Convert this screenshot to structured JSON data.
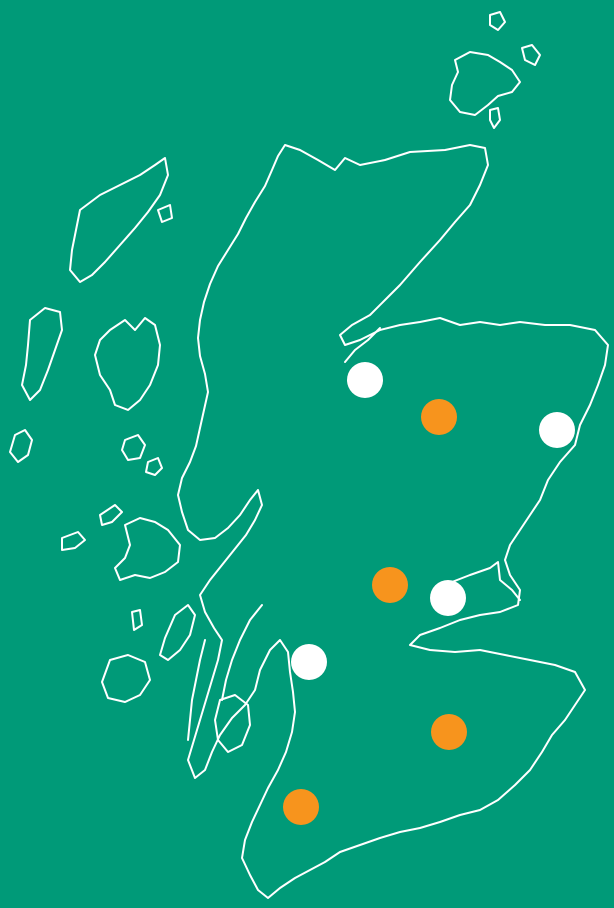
{
  "map": {
    "background_color": "#009a78",
    "outline_color": "#ffffff",
    "marker_colors": {
      "white": "#ffffff",
      "orange": "#f7941d"
    },
    "markers": [
      {
        "id": "inverness",
        "type": "white"
      },
      {
        "id": "cairngorms",
        "type": "orange"
      },
      {
        "id": "aberdeen",
        "type": "white"
      },
      {
        "id": "perthshire",
        "type": "orange"
      },
      {
        "id": "dundee",
        "type": "white"
      },
      {
        "id": "glasgow",
        "type": "white"
      },
      {
        "id": "borders",
        "type": "orange"
      },
      {
        "id": "ayrshire",
        "type": "orange"
      }
    ]
  }
}
